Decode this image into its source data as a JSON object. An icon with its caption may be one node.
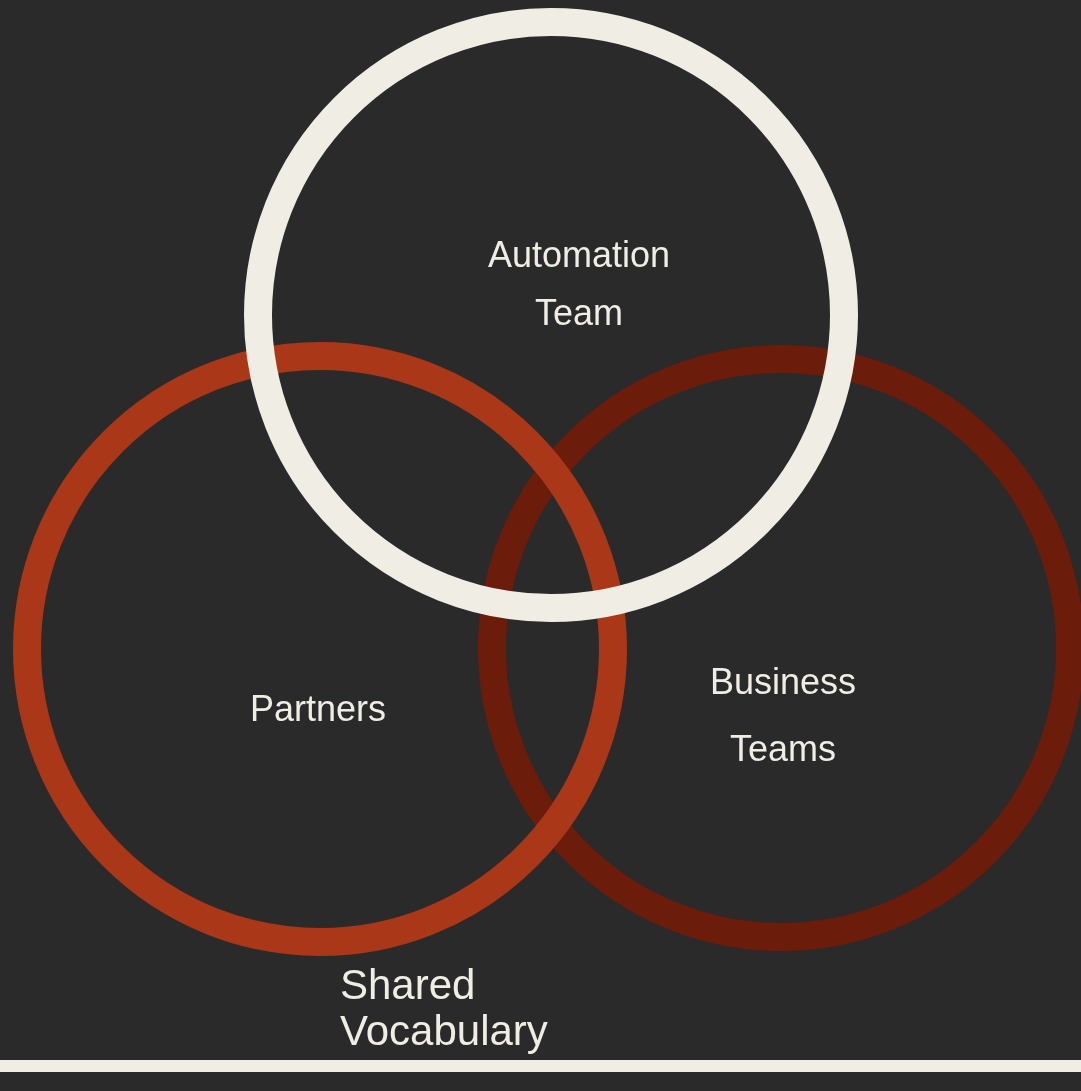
{
  "diagram": {
    "nodes": [
      {
        "text": [
          "Automation Team"
        ]
      },
      {
        "text": [
          "Partners"
        ]
      },
      {
        "text": [
          "Business Teams"
        ]
      }
    ],
    "labels": [
      "Shared Vocabulary"
    ]
  }
}
